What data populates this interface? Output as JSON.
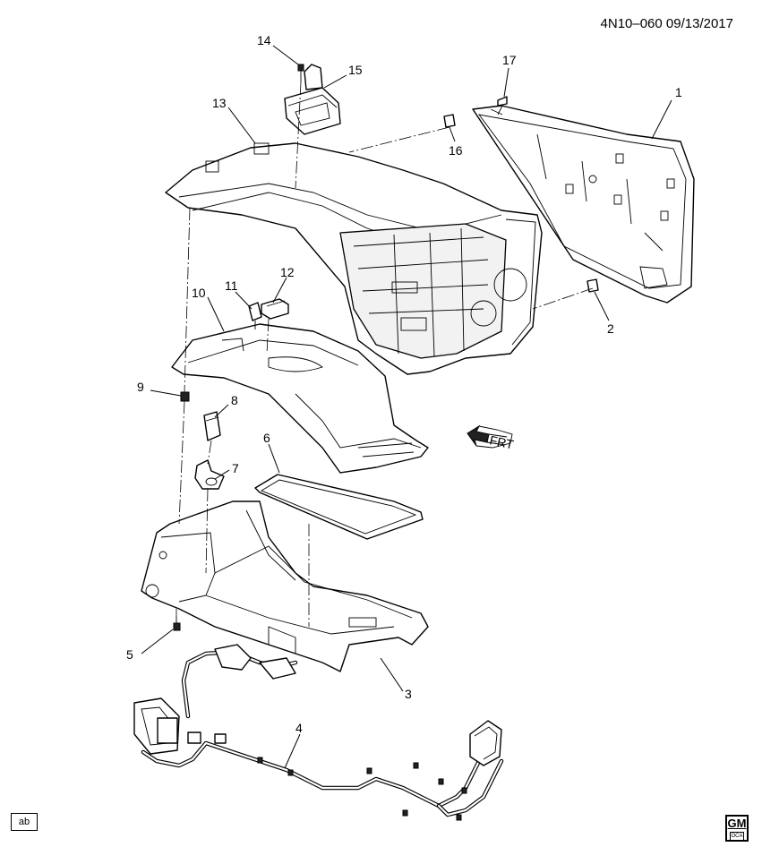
{
  "header": {
    "diagram_code": "4N10–060  09/13/2017"
  },
  "footer": {
    "ab_label": "ab",
    "logo_text": "GM",
    "logo_subtext": "OCA"
  },
  "direction_indicator": {
    "label": "FRT",
    "icon": "front-direction-arrow-icon"
  },
  "callouts": [
    "1",
    "2",
    "3",
    "4",
    "5",
    "6",
    "7",
    "8",
    "9",
    "10",
    "11",
    "12",
    "13",
    "14",
    "15",
    "16",
    "17"
  ]
}
